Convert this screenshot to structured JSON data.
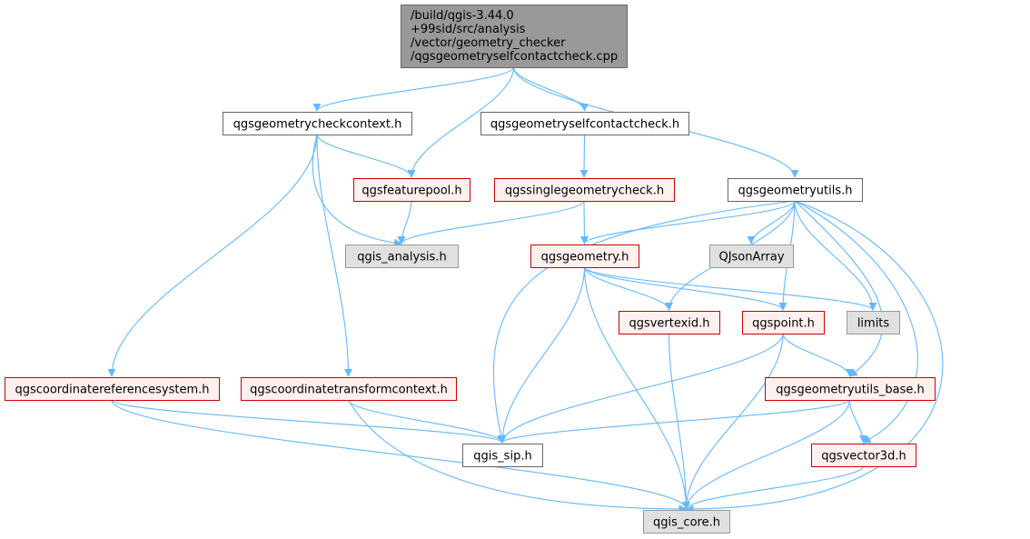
{
  "colors": {
    "root_fill": "#999999",
    "root_stroke": "#666666",
    "plain_fill": "#ffffff",
    "plain_stroke": "#666666",
    "warn_fill": "#fff0f0",
    "warn_stroke": "#cc0000",
    "external_fill": "#e0e0e0",
    "external_stroke": "#999999",
    "edge": "#63b8ff"
  },
  "nodes": [
    {
      "id": "root",
      "kind": "root",
      "lines": [
        "/build/qgis-3.44.0",
        "+99sid/src/analysis",
        "/vector/geometry_checker",
        "/qgsgeometryselfcontactcheck.cpp"
      ]
    },
    {
      "id": "checkcontext",
      "kind": "plain",
      "lines": [
        "qgsgeometrycheckcontext.h"
      ]
    },
    {
      "id": "selfcontact_h",
      "kind": "plain",
      "lines": [
        "qgsgeometryselfcontactcheck.h"
      ]
    },
    {
      "id": "featurepool",
      "kind": "warn",
      "lines": [
        "qgsfeaturepool.h"
      ]
    },
    {
      "id": "singlegeom",
      "kind": "warn",
      "lines": [
        "qgssinglegeometrycheck.h"
      ]
    },
    {
      "id": "geomutils",
      "kind": "plain",
      "lines": [
        "qgsgeometryutils.h"
      ]
    },
    {
      "id": "analysis",
      "kind": "external",
      "lines": [
        "qgis_analysis.h"
      ]
    },
    {
      "id": "geometry",
      "kind": "warn",
      "lines": [
        "qgsgeometry.h"
      ]
    },
    {
      "id": "qjsonarray",
      "kind": "external",
      "lines": [
        "QJsonArray"
      ]
    },
    {
      "id": "vertexid",
      "kind": "warn",
      "lines": [
        "qgsvertexid.h"
      ]
    },
    {
      "id": "point",
      "kind": "warn",
      "lines": [
        "qgspoint.h"
      ]
    },
    {
      "id": "limits",
      "kind": "external",
      "lines": [
        "limits"
      ]
    },
    {
      "id": "crs",
      "kind": "warn",
      "lines": [
        "qgscoordinatereferencesystem.h"
      ]
    },
    {
      "id": "transformctx",
      "kind": "warn",
      "lines": [
        "qgscoordinatetransformcontext.h"
      ]
    },
    {
      "id": "utilsbase",
      "kind": "warn",
      "lines": [
        "qgsgeometryutils_base.h"
      ]
    },
    {
      "id": "sip",
      "kind": "plain",
      "lines": [
        "qgis_sip.h"
      ]
    },
    {
      "id": "vector3d",
      "kind": "warn",
      "lines": [
        "qgsvector3d.h"
      ]
    },
    {
      "id": "core",
      "kind": "external",
      "lines": [
        "qgis_core.h"
      ]
    }
  ],
  "edges": [
    [
      "root",
      "checkcontext"
    ],
    [
      "root",
      "featurepool"
    ],
    [
      "root",
      "selfcontact_h"
    ],
    [
      "root",
      "geomutils"
    ],
    [
      "checkcontext",
      "featurepool"
    ],
    [
      "checkcontext",
      "analysis"
    ],
    [
      "checkcontext",
      "crs"
    ],
    [
      "checkcontext",
      "transformctx"
    ],
    [
      "selfcontact_h",
      "singlegeom"
    ],
    [
      "featurepool",
      "analysis"
    ],
    [
      "singlegeom",
      "analysis"
    ],
    [
      "singlegeom",
      "geometry"
    ],
    [
      "geomutils",
      "sip"
    ],
    [
      "geomutils",
      "geometry"
    ],
    [
      "geomutils",
      "vertexid"
    ],
    [
      "geomutils",
      "qjsonarray"
    ],
    [
      "geomutils",
      "point"
    ],
    [
      "geomutils",
      "limits"
    ],
    [
      "geomutils",
      "utilsbase"
    ],
    [
      "geomutils",
      "vector3d"
    ],
    [
      "geomutils",
      "core"
    ],
    [
      "geometry",
      "vertexid"
    ],
    [
      "geometry",
      "point"
    ],
    [
      "geometry",
      "limits"
    ],
    [
      "geometry",
      "sip"
    ],
    [
      "geometry",
      "core"
    ],
    [
      "vertexid",
      "core"
    ],
    [
      "point",
      "sip"
    ],
    [
      "point",
      "core"
    ],
    [
      "point",
      "utilsbase"
    ],
    [
      "crs",
      "sip"
    ],
    [
      "crs",
      "core"
    ],
    [
      "transformctx",
      "sip"
    ],
    [
      "transformctx",
      "core"
    ],
    [
      "utilsbase",
      "sip"
    ],
    [
      "utilsbase",
      "core"
    ],
    [
      "utilsbase",
      "vector3d"
    ],
    [
      "vector3d",
      "core"
    ]
  ]
}
